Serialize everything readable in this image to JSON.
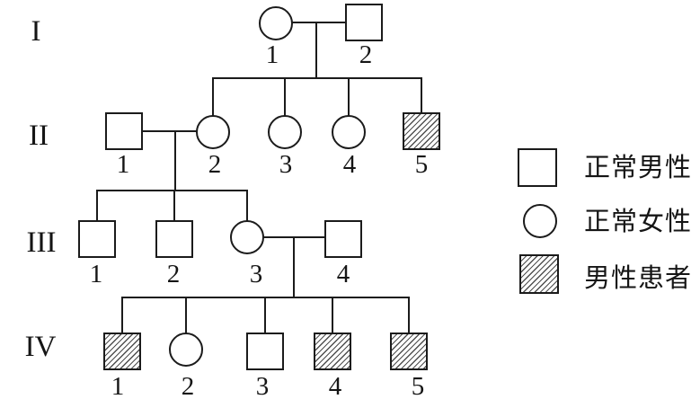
{
  "pedigree": {
    "generations": [
      {
        "label": "I",
        "members": [
          {
            "id": "I-1",
            "label": "1",
            "sex": "female",
            "status": "normal"
          },
          {
            "id": "I-2",
            "label": "2",
            "sex": "male",
            "status": "normal"
          }
        ]
      },
      {
        "label": "II",
        "members": [
          {
            "id": "II-1",
            "label": "1",
            "sex": "male",
            "status": "normal"
          },
          {
            "id": "II-2",
            "label": "2",
            "sex": "female",
            "status": "normal"
          },
          {
            "id": "II-3",
            "label": "3",
            "sex": "female",
            "status": "normal"
          },
          {
            "id": "II-4",
            "label": "4",
            "sex": "female",
            "status": "normal"
          },
          {
            "id": "II-5",
            "label": "5",
            "sex": "male",
            "status": "affected"
          }
        ]
      },
      {
        "label": "III",
        "members": [
          {
            "id": "III-1",
            "label": "1",
            "sex": "male",
            "status": "normal"
          },
          {
            "id": "III-2",
            "label": "2",
            "sex": "male",
            "status": "normal"
          },
          {
            "id": "III-3",
            "label": "3",
            "sex": "female",
            "status": "normal"
          },
          {
            "id": "III-4",
            "label": "4",
            "sex": "male",
            "status": "normal"
          }
        ]
      },
      {
        "label": "IV",
        "members": [
          {
            "id": "IV-1",
            "label": "1",
            "sex": "male",
            "status": "affected"
          },
          {
            "id": "IV-2",
            "label": "2",
            "sex": "female",
            "status": "normal"
          },
          {
            "id": "IV-3",
            "label": "3",
            "sex": "male",
            "status": "normal"
          },
          {
            "id": "IV-4",
            "label": "4",
            "sex": "male",
            "status": "affected"
          },
          {
            "id": "IV-5",
            "label": "5",
            "sex": "male",
            "status": "affected"
          }
        ]
      }
    ],
    "legend": {
      "items": [
        {
          "symbol": "square",
          "label": "正常男性"
        },
        {
          "symbol": "circle",
          "label": "正常女性"
        },
        {
          "symbol": "hatched-square",
          "label": "男性患者"
        }
      ]
    },
    "colors": {
      "line": "#1b1b1b",
      "background": "#ffffff"
    }
  }
}
